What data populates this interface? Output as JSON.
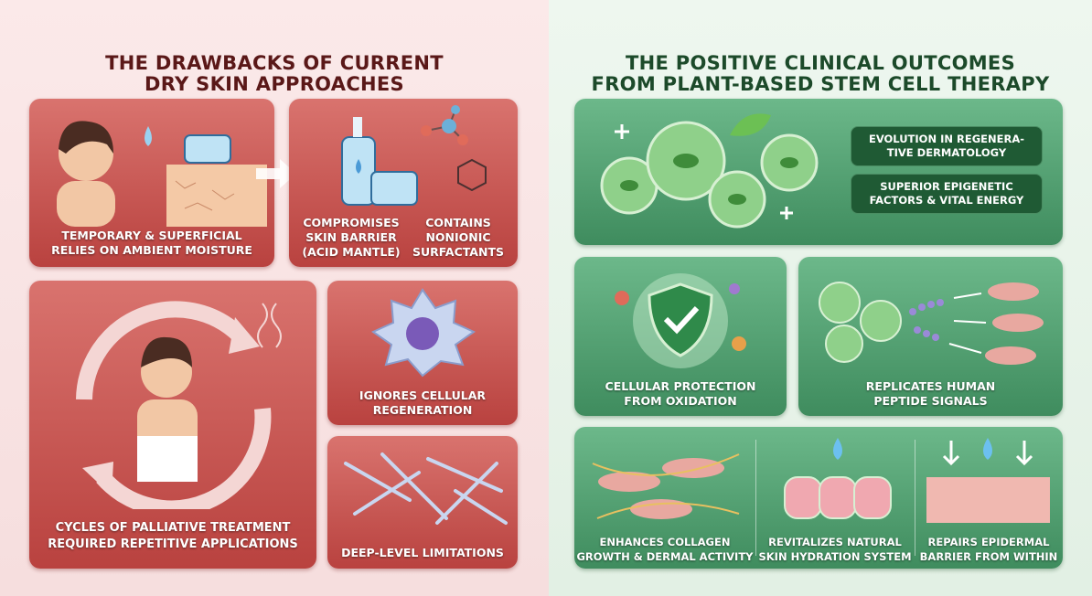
{
  "left": {
    "title_line1": "THE DRAWBACKS OF CURRENT",
    "title_line2": "DRY SKIN APPROACHES",
    "panels": [
      {
        "lines": [
          "TEMPORARY & SUPERFICIAL",
          "RELIES ON AMBIENT MOISTURE"
        ]
      },
      {
        "col1": [
          "COMPROMISES",
          "SKIN BARRIER",
          "(ACID MANTLE)"
        ],
        "col2": [
          "CONTAINS",
          "NONIONIC",
          "SURFACTANTS"
        ]
      },
      {
        "lines": [
          "CYCLES OF PALLIATIVE TREATMENT",
          "REQUIRED REPETITIVE APPLICATIONS"
        ]
      },
      {
        "lines": [
          "IGNORES CELLULAR",
          "REGENERATION"
        ]
      },
      {
        "lines": [
          "DEEP-LEVEL LIMITATIONS"
        ]
      }
    ]
  },
  "right": {
    "title_line1": "THE POSITIVE CLINICAL OUTCOMES",
    "title_line2": "FROM PLANT-BASED STEM CELL THERAPY",
    "tags": [
      {
        "lines": [
          "EVOLUTION IN REGENERA-",
          "TIVE DERMATOLOGY"
        ]
      },
      {
        "lines": [
          "SUPERIOR EPIGENETIC",
          "FACTORS & VITAL ENERGY"
        ]
      }
    ],
    "panels": [
      {
        "lines": [
          "CELLULAR PROTECTION",
          "FROM OXIDATION"
        ]
      },
      {
        "lines": [
          "REPLICATES HUMAN",
          "PEPTIDE SIGNALS"
        ]
      },
      {
        "lines": [
          "ENHANCES COLLAGEN",
          "GROWTH & DERMAL ACTIVITY"
        ]
      },
      {
        "lines": [
          "REVITALIZES NATURAL",
          "SKIN HYDRATION SYSTEM"
        ]
      },
      {
        "lines": [
          "REPAIRS EPIDERMAL",
          "BARRIER FROM WITHIN"
        ]
      }
    ]
  },
  "colors": {
    "problem_red": "#c1504b",
    "solution_green": "#4f9a6c",
    "left_title": "#5a1818",
    "right_title": "#1c4a2a"
  }
}
